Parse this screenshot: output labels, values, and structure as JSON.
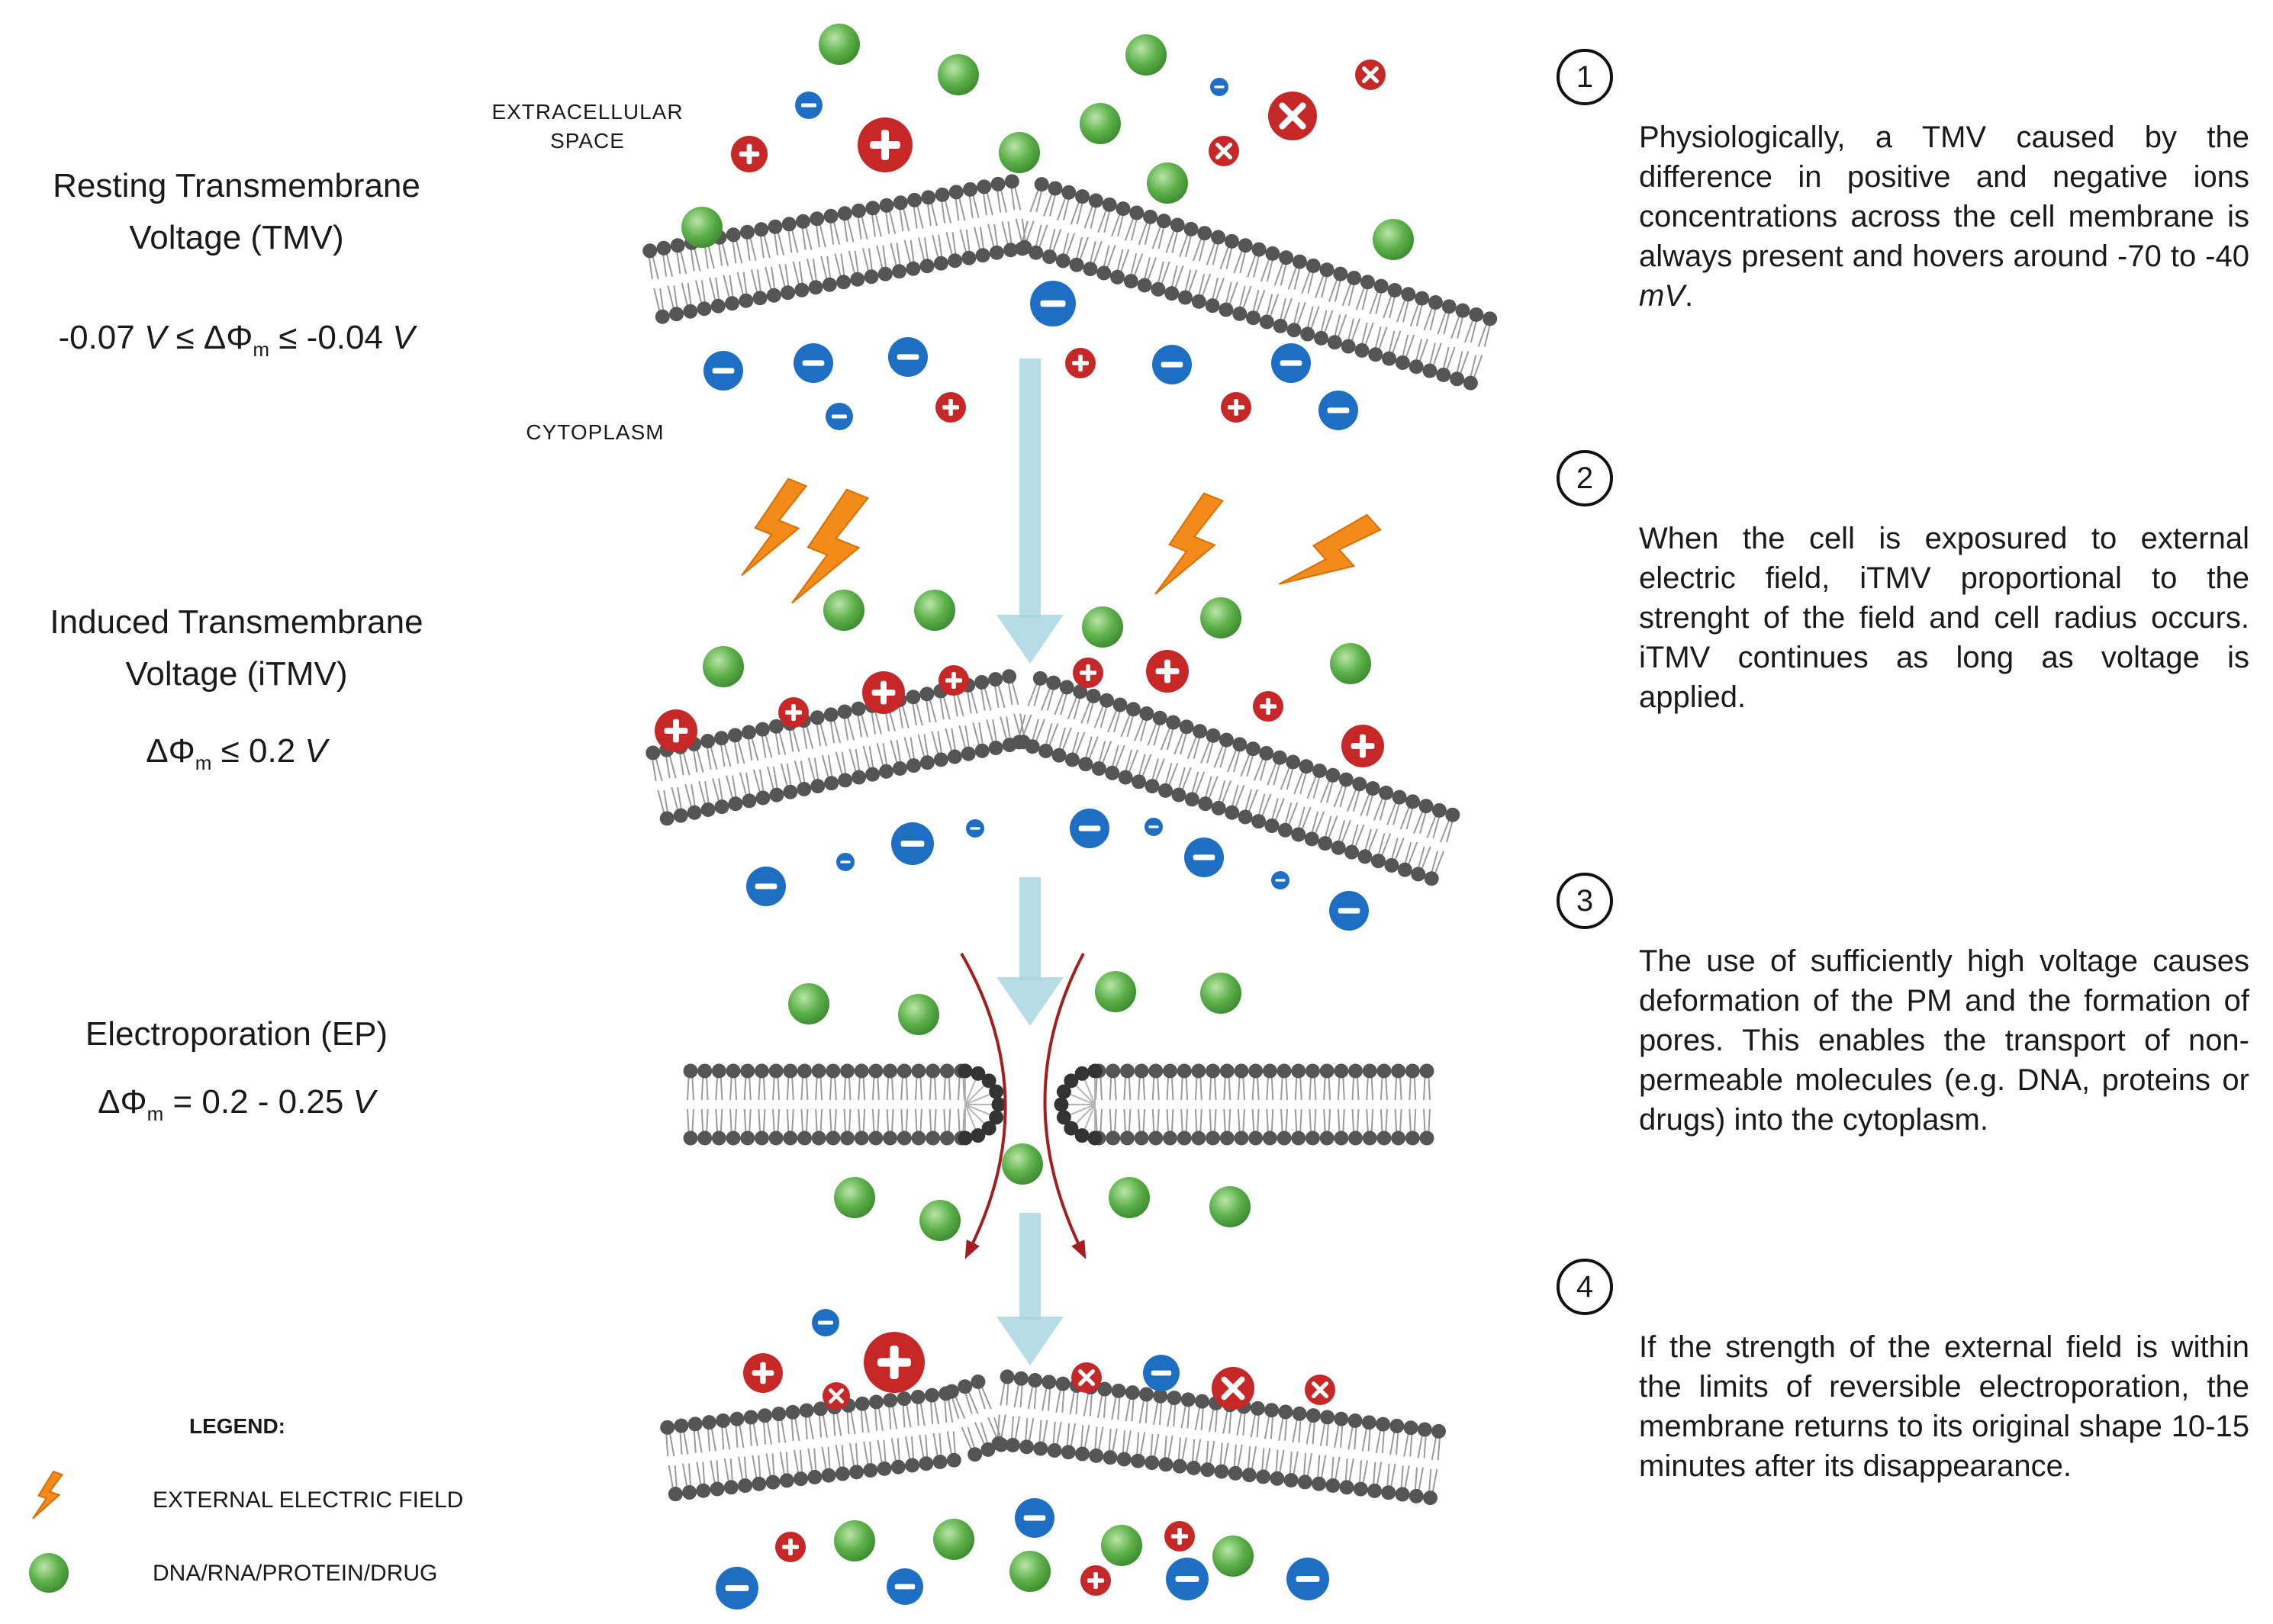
{
  "regions": {
    "extracellular_line1": "EXTRACELLULAR",
    "extracellular_line2": "SPACE",
    "cytoplasm": "CYTOPLASM"
  },
  "stages": [
    {
      "title_line1": "Resting Transmembrane",
      "title_line2": "Voltage  (TMV)",
      "formula_prefix": "-0.07 ",
      "formula_unit1": "V",
      "formula_mid": " ≤ ΔΦ",
      "formula_sub": "m",
      "formula_rest": " ≤ -0.04 ",
      "formula_unit2": "V"
    },
    {
      "title_line1": "Induced Transmembrane",
      "title_line2": "Voltage  (iTMV)",
      "formula_prefix": "ΔΦ",
      "formula_sub": "m",
      "formula_rest": " ≤ 0.2 ",
      "formula_unit": "V"
    },
    {
      "title_line1": "Electroporation (EP)",
      "formula_prefix": "ΔΦ",
      "formula_sub": "m",
      "formula_rest": " = 0.2 - 0.25 ",
      "formula_unit": "V"
    }
  ],
  "steps": [
    {
      "number": "1",
      "text_main": "Physiologically, a TMV caused by the difference in positive and negative ions concentrations across the cell membrane is always present and hovers around -70 to -40 ",
      "text_unit": "mV",
      "text_end": "."
    },
    {
      "number": "2",
      "text": "When the cell is exposured to external electric field, iTMV proportional to the strenght of the field and cell radius occurs. iTMV continues as long as voltage is applied."
    },
    {
      "number": "3",
      "text": "The use of sufficiently high voltage causes deformation of the PM and the formation of pores. This enables the transport of non-permeable molecules (e.g. DNA, proteins or drugs) into the cytoplasm."
    },
    {
      "number": "4",
      "text": "If the strength of the external field is within the limits of reversible electroporation, the membrane returns to its original shape 10-15 minutes after its disappearance."
    }
  ],
  "legend": {
    "title": "LEGEND:",
    "items": [
      {
        "icon": "lightning-bolt-icon",
        "label": "EXTERNAL ELECTRIC FIELD"
      },
      {
        "icon": "green-sphere-icon",
        "label": "DNA/RNA/PROTEIN/DRUG"
      }
    ]
  },
  "colors": {
    "molecule_green": "#5cb04a",
    "cation_red": "#c62828",
    "anion_blue": "#1e6fc4",
    "membrane_gray": "#555555",
    "flow_arrow": "#a9d6e0",
    "pore_arrow": "#a31f1f",
    "lightning": "#f28b1a"
  }
}
